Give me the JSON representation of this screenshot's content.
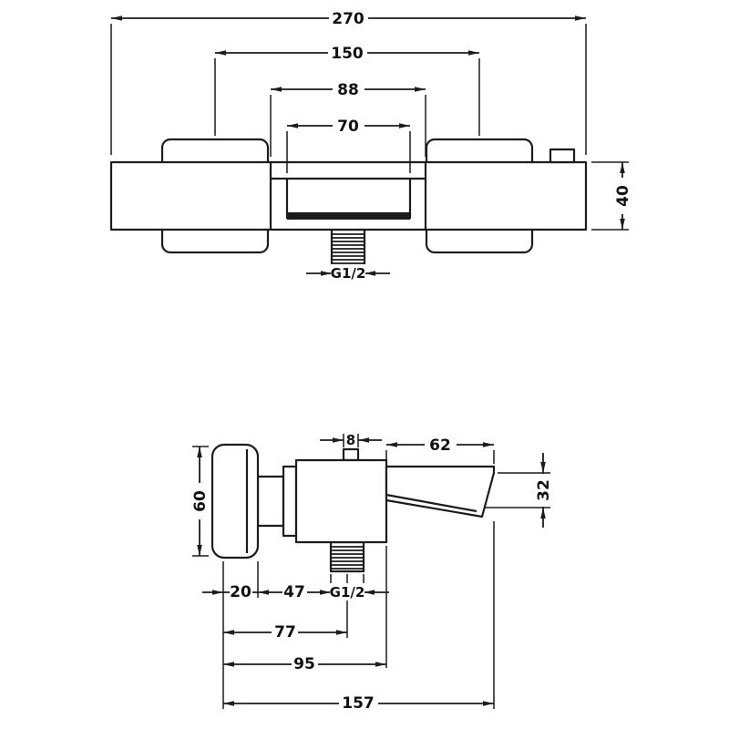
{
  "colors": {
    "line": "#1c1c1c",
    "background": "#ffffff"
  },
  "front": {
    "width_total": "270",
    "width_handle_centers": "150",
    "width_spout_outer": "88",
    "width_spout_inner": "70",
    "height_body": "40",
    "thread_label": "G1/2"
  },
  "side": {
    "nub_width": "8",
    "spout_length": "62",
    "handle_height": "60",
    "spout_end_height": "32",
    "offset_20": "20",
    "offset_47": "47",
    "thread_label": "G1/2",
    "depth_77": "77",
    "depth_95": "95",
    "depth_157": "157"
  }
}
